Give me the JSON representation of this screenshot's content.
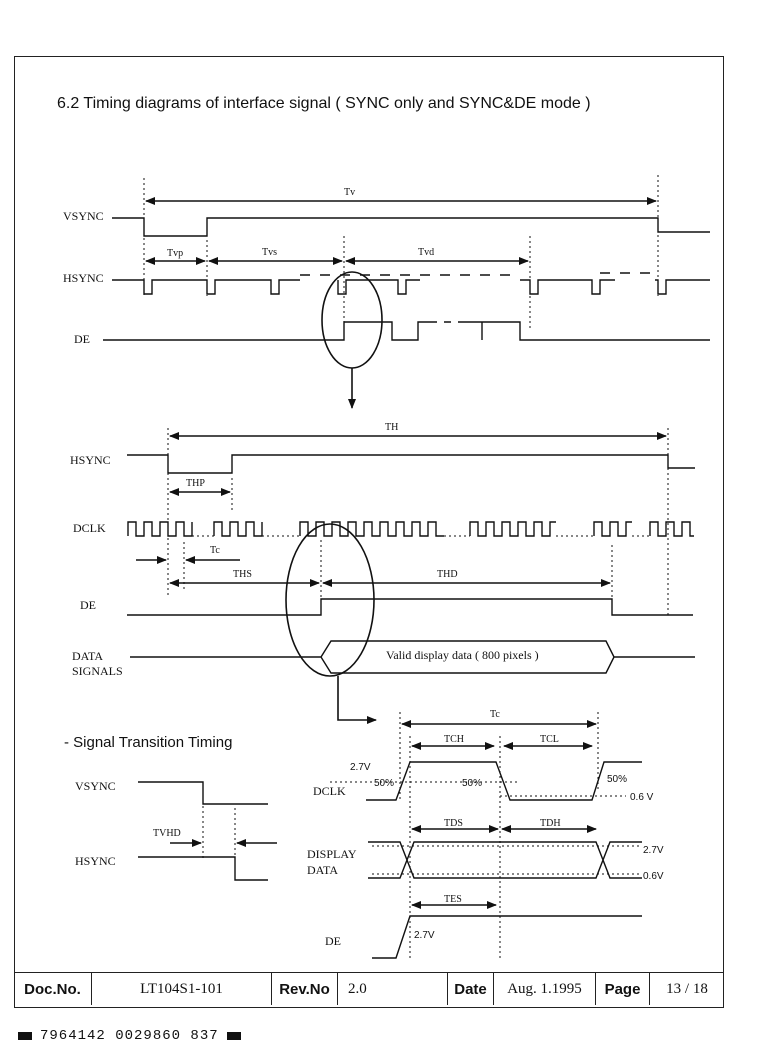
{
  "title": "6.2  Timing diagrams of interface signal ( SYNC only and SYNC&DE mode )",
  "section2_title": "- Signal Transition Timing",
  "signals": {
    "vsync": "VSYNC",
    "hsync": "HSYNC",
    "de": "DE",
    "dclk": "DCLK",
    "data_signals_1": "DATA",
    "data_signals_2": "SIGNALS",
    "display_data_1": "DISPLAY",
    "display_data_2": "DATA"
  },
  "timing_labels": {
    "tv": "Tv",
    "tvp": "Tvp",
    "tvs": "Tvs",
    "tvd": "Tvd",
    "th": "TH",
    "thp": "THP",
    "tc": "Tc",
    "ths": "THS",
    "thd": "THD",
    "tch": "TCH",
    "tcl": "TCL",
    "tds": "TDS",
    "tdh": "TDH",
    "tes": "TES",
    "tvhd": "TVHD"
  },
  "valid_data_text": "Valid display data ( 800 pixels )",
  "levels": {
    "v27": "2.7V",
    "v06": "0.6 V",
    "v27b": "2.7V",
    "v06b": "0.6V",
    "v27c": "2.7V",
    "p50a": "50%",
    "p50b": "50%",
    "p50c": "50%"
  },
  "footer": {
    "doc_no_label": "Doc.No.",
    "doc_no": "LT104S1-101",
    "rev_label": "Rev.No",
    "rev": "2.0",
    "date_label": "Date",
    "date": "Aug. 1.1995",
    "page_label": "Page",
    "page": "13 / 18"
  },
  "barcode": "7964142 0029860 837"
}
